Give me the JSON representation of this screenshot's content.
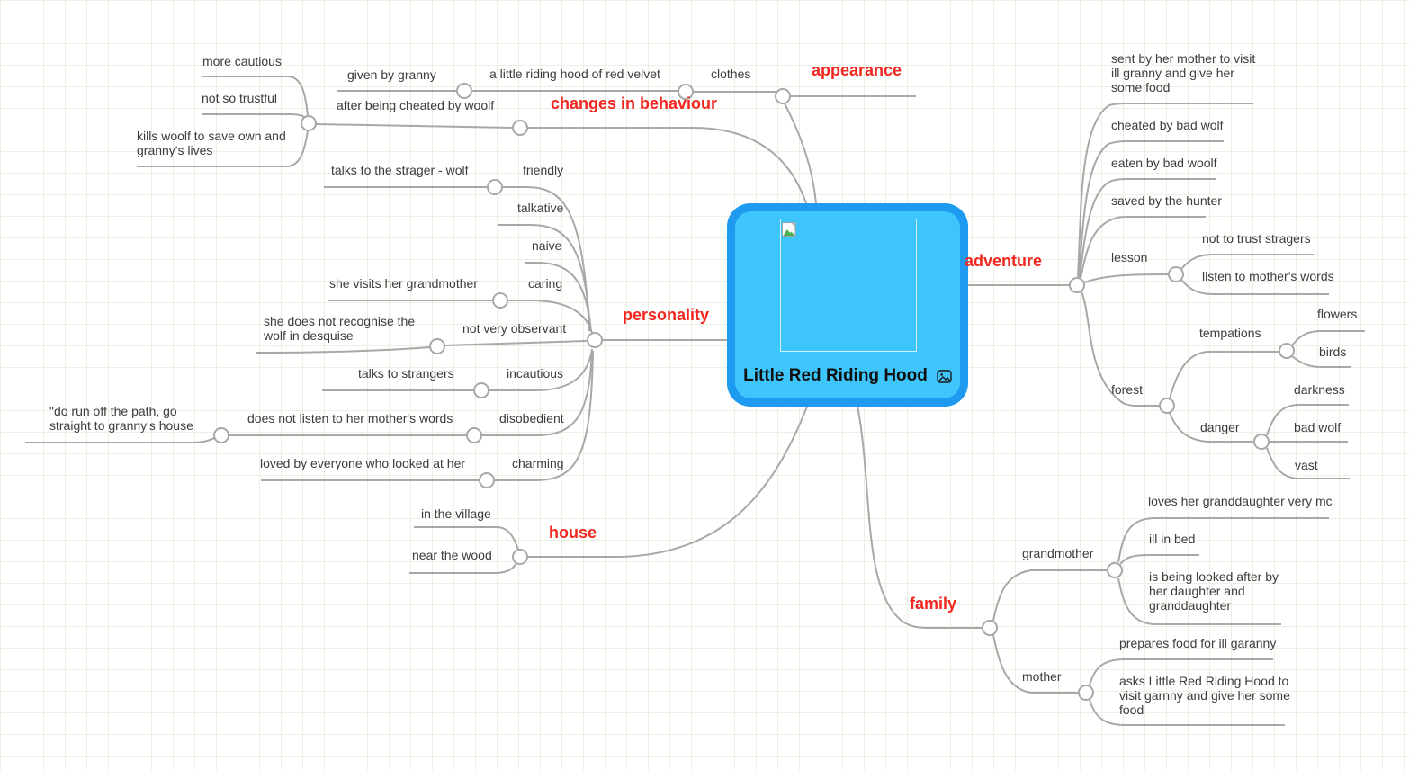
{
  "root": {
    "title": "Little Red Riding Hood"
  },
  "branches": {
    "appearance": {
      "label": "appearance",
      "clothes": "clothes",
      "hood": "a little riding hood of red velvet",
      "given": "given by granny"
    },
    "behaviour": {
      "label": "changes in behaviour",
      "cheated": "after being cheated by woolf",
      "cautious": "more cautious",
      "trustful": "not so trustful",
      "kills": "kills woolf to save own and\ngranny's lives"
    },
    "personality": {
      "label": "personality",
      "friendly": "friendly",
      "friendly_note": "talks to the strager - wolf",
      "talkative": "talkative",
      "naive": "naive",
      "caring": "caring",
      "caring_note": "she visits her grandmother",
      "observant": "not very observant",
      "observant_note": "she does not recognise the\nwolf in desquise",
      "incautious": "incautious",
      "incautious_note": "talks to strangers",
      "disobedient": "disobedient",
      "disobedient_note": "does not listen to her mother's words",
      "quote": "\"do run off the path, go\nstraight to granny's house",
      "charming": "charming",
      "charming_note": "loved by everyone who looked at her"
    },
    "house": {
      "label": "house",
      "village": "in the village",
      "wood": "near the wood"
    },
    "adventure": {
      "label": "adventure",
      "sent": "sent by her mother to visit\nill granny and give her\nsome food",
      "cheated": "cheated by bad wolf",
      "eaten": "eaten by bad woolf",
      "saved": "saved by the hunter",
      "lesson": "lesson",
      "lesson1": "not to trust stragers",
      "lesson2": "listen to mother's words",
      "forest": "forest",
      "tempations": "tempations",
      "flowers": "flowers",
      "birds": "birds",
      "danger": "danger",
      "darkness": "darkness",
      "badwolf": "bad wolf",
      "vast": "vast"
    },
    "family": {
      "label": "family",
      "grandmother": "grandmother",
      "loves": "loves her granddaughter very mc",
      "ill": "ill in bed",
      "looked": "is being looked after by\nher daughter and\ngranddaughter",
      "mother": "mother",
      "prepares": "prepares food for ill garanny",
      "asks": "asks Little Red Riding Hood to\nvisit garnny and give her some\nfood"
    }
  },
  "colors": {
    "node_border": "#1e9bf0",
    "node_fill": "#3ec6fc",
    "branch_label": "#f2271f",
    "wire": "#a8a8a8",
    "text": "#3c3c3c"
  }
}
